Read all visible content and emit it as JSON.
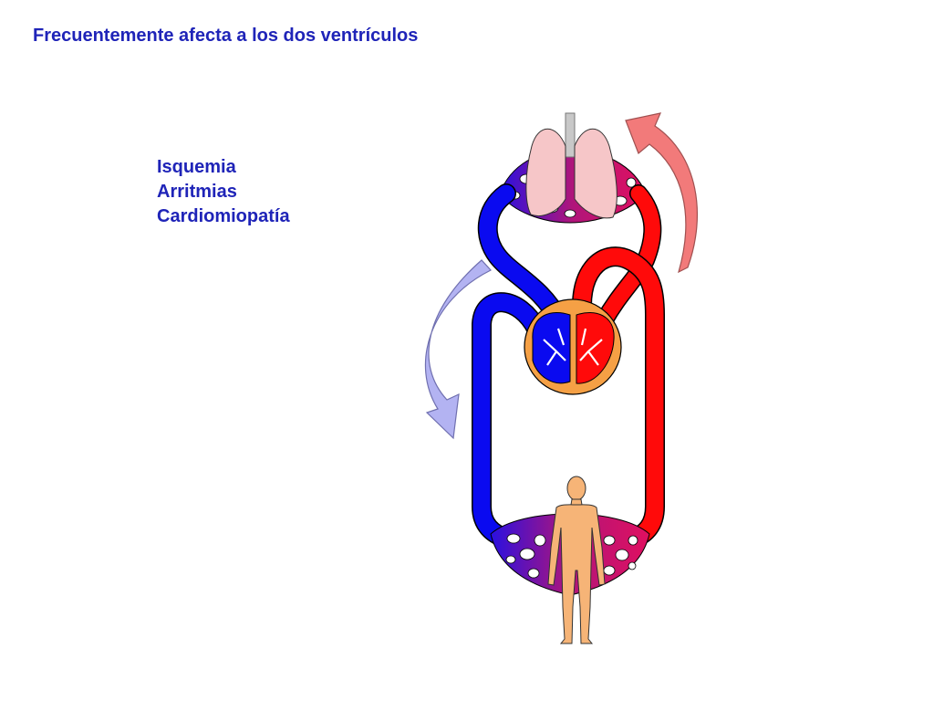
{
  "title": "Frecuentemente afecta a los dos ventrículos",
  "causes": [
    "Isquemia",
    "Arritmias",
    "Cardiomiopatía"
  ],
  "colors": {
    "text": "#1f24b8",
    "venous": "#0a0af0",
    "arterial": "#ff0a0a",
    "capillary_mid": "#b0157a",
    "heart_wall": "#f5a045",
    "lung": "#f6c6c8",
    "body": "#f6b477",
    "arrow_venous": "#b3b3f2",
    "arrow_arterial": "#f27a7a"
  },
  "icons": {
    "organ_lungs": "lungs-icon",
    "organ_heart": "heart-icon",
    "organ_body": "human-body-icon",
    "flow_down": "flow-arrow-down-icon",
    "flow_up": "flow-arrow-up-icon"
  }
}
